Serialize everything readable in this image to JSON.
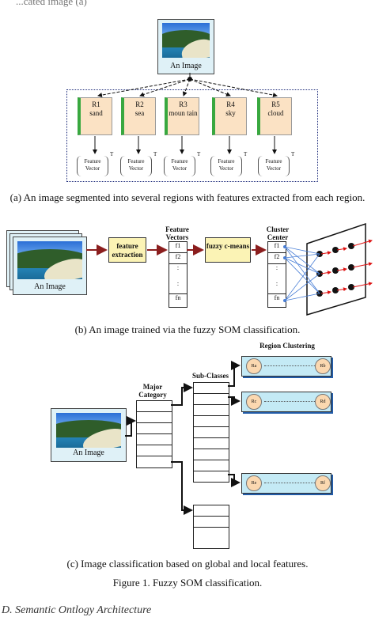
{
  "top_fragment": "...cated image (a)",
  "panel_a": {
    "image_label": "An Image",
    "regions": [
      {
        "id": "R1",
        "name": "sand"
      },
      {
        "id": "R2",
        "name": "sea"
      },
      {
        "id": "R3",
        "name": "moun tain"
      },
      {
        "id": "R4",
        "name": "sky"
      },
      {
        "id": "R5",
        "name": "cloud"
      }
    ],
    "feature_vector_label": "Feature Vector",
    "transpose_mark": "T",
    "caption": "(a) An image segmented into several regions with features extracted from each region."
  },
  "panel_b": {
    "image_label": "An Image",
    "feature_extraction": "feature extraction",
    "feature_vectors_title": "Feature Vectors",
    "fuzzy_cmeans": "fuzzy c-means",
    "cluster_center_title": "Cluster Center",
    "vector_entries": [
      "f1",
      "f2",
      ":",
      ":",
      "fn"
    ],
    "caption": "(b) An image trained via the fuzzy SOM classification."
  },
  "panel_c": {
    "image_label": "An Image",
    "major_category": "Major Category",
    "sub_classes": "Sub-Classes",
    "region_clustering": "Region Clustering",
    "cluster_rows": [
      {
        "left": "Ra",
        "right": "Rb"
      },
      {
        "left": "Rc",
        "right": "Rd"
      },
      {
        "left": "Re",
        "right": "Rf"
      }
    ],
    "caption": "(c) Image classification based on global and local features."
  },
  "figure_caption": "Figure 1.    Fuzzy SOM classification.",
  "bottom_fragment": "D.    Semantic Ontlogy Architecture"
}
